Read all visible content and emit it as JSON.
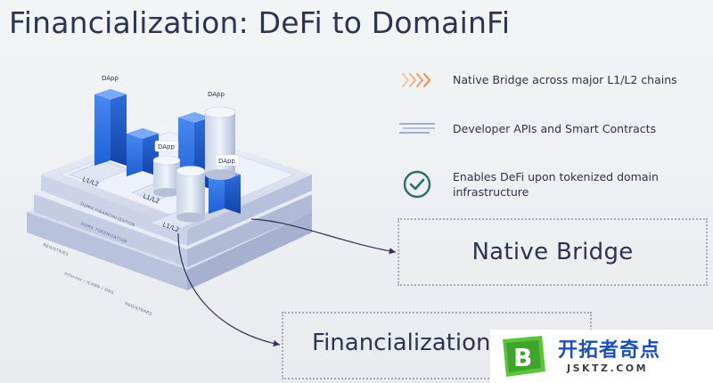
{
  "title": "Financialization: DeFi to DomainFi",
  "features": [
    {
      "icon": "chevrons-right-icon",
      "text": "Native Bridge across major L1/L2 chains"
    },
    {
      "icon": "horizontal-lines-icon",
      "text": "Developer APIs and Smart Contracts"
    },
    {
      "icon": "check-circle-icon",
      "text": "Enables DeFi upon tokenized domain\ninfrastructure"
    }
  ],
  "boxes": {
    "native_bridge": "Native Bridge",
    "financialization": "Financialization"
  },
  "illustration": {
    "dapp_labels": [
      "DApp",
      "DApp",
      "DApp",
      "DApp"
    ],
    "chain_labels": [
      "L1/L2",
      "L1/L2",
      "L1/L2"
    ],
    "layer_labels": {
      "top": "DOMA FINANCIALIZATION",
      "middle": "DOMA TOKENIZATION",
      "left": "REGISTRIES",
      "right": "REGISTRARS",
      "bottom": "Internet / ICANN / DNS"
    }
  },
  "watermark": {
    "brand_cn": "开拓者奇点",
    "url": "JSKTZ.COM",
    "logo_letter": "B"
  },
  "colors": {
    "accent_orange": "#f08a4b",
    "accent_teal": "#2c6e67",
    "bar_blue": "#2d6fe0",
    "watermark_blue": "#1d4fb8",
    "watermark_green": "#5cc33c"
  }
}
